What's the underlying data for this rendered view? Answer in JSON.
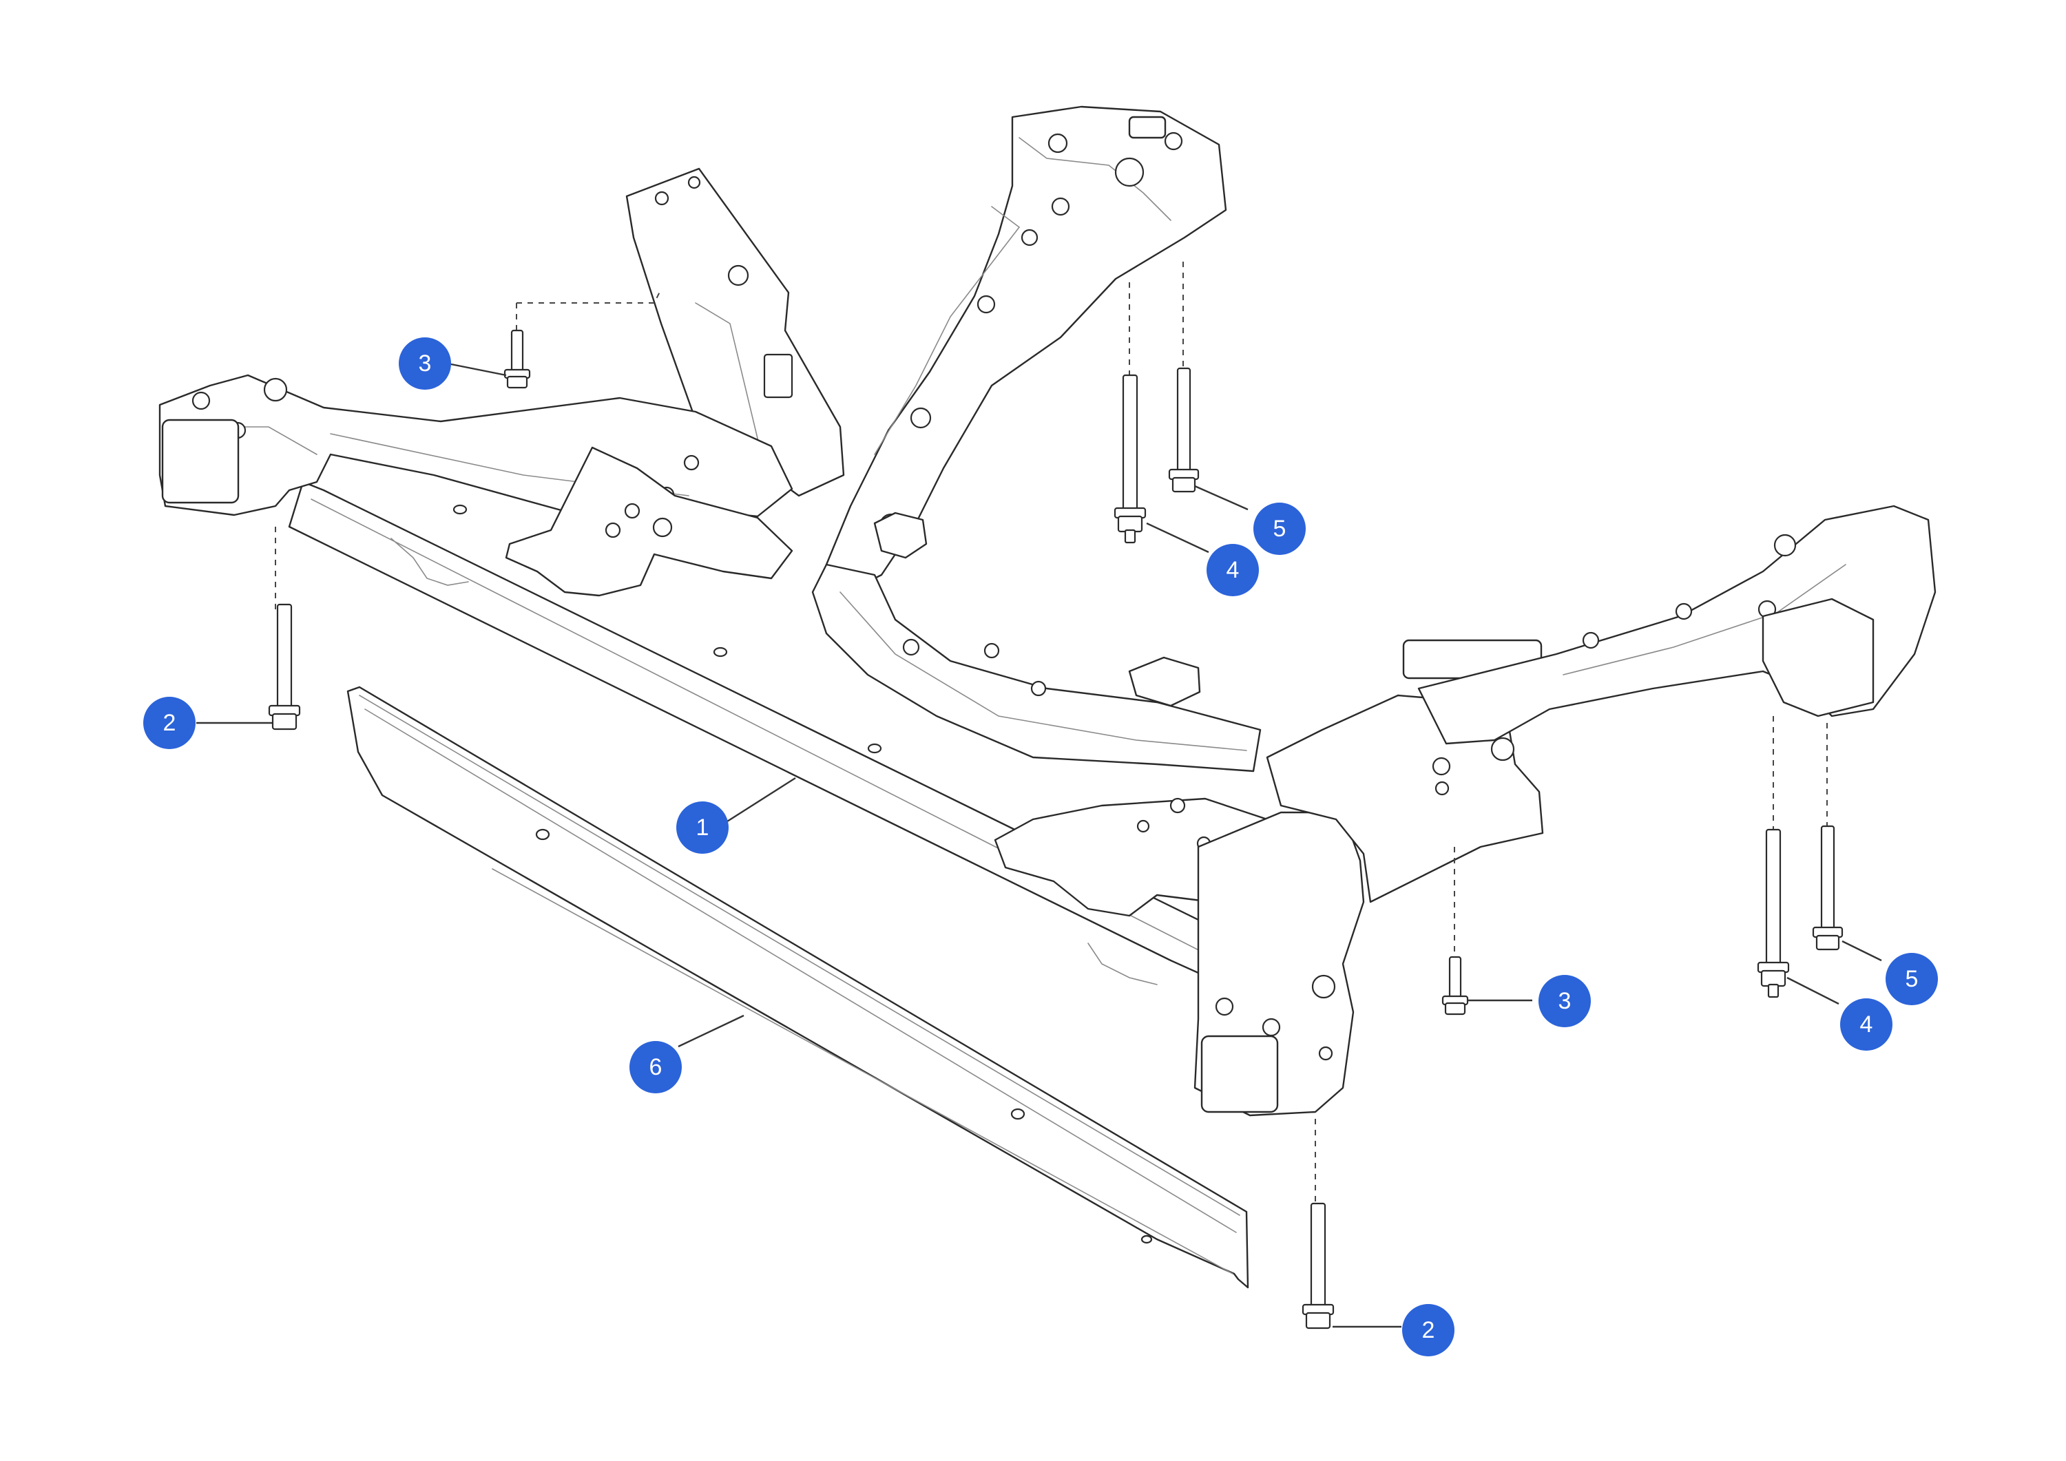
{
  "accent_color": "#2b63d9",
  "callouts": [
    {
      "label": "1"
    },
    {
      "label": "2"
    },
    {
      "label": "2"
    },
    {
      "label": "3"
    },
    {
      "label": "3"
    },
    {
      "label": "4"
    },
    {
      "label": "4"
    },
    {
      "label": "5"
    },
    {
      "label": "5"
    },
    {
      "label": "6"
    }
  ],
  "parts": [
    {
      "icon": "front-subframe-icon"
    },
    {
      "icon": "subframe-bolt-icon"
    },
    {
      "icon": "bracket-bolt-icon"
    },
    {
      "icon": "rear-mount-bolt-icon"
    },
    {
      "icon": "rear-mount-stud-icon"
    },
    {
      "icon": "splash-shield-icon"
    }
  ]
}
